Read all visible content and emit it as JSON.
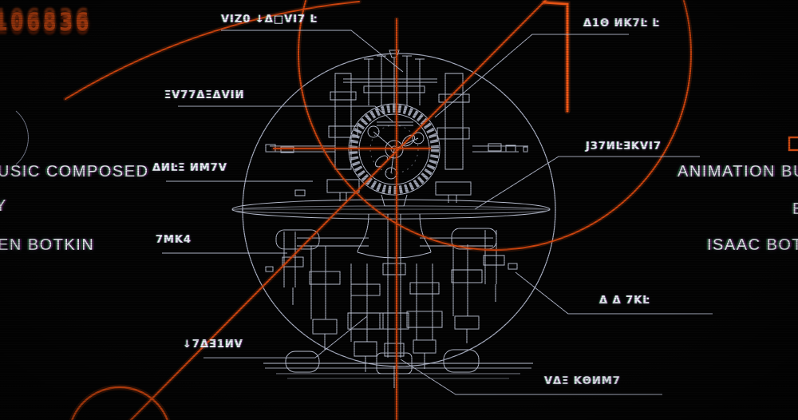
{
  "scene": "retro sci-fi credits frame with technical blueprint of a clockwork machine",
  "counter": {
    "digits": "106836"
  },
  "credits": {
    "left": {
      "line1": "USIC COMPOSED",
      "line2": "Y",
      "line3": "EN BOTKIN"
    },
    "right": {
      "line1": "ANIMATION BUI",
      "partial_glyph": "B",
      "line3": "ISAAC BOTKI"
    }
  },
  "callouts": {
    "top_center": "VIZ0 ↓Δ□VI7 Ŀ",
    "top_right": "Δ1Θ ИΚ7Ŀ Ŀ",
    "mid_left_upper": "ΞV77ΔΞΔVIИ",
    "mid_left_mid": "ΔИĿΞ ИМ7V",
    "mid_left_lower": "7МΚ4",
    "bottom_left": "↓7ΔƎ1ИV",
    "mid_right_upper": "J37ИĿƎΚVI7",
    "mid_right_lower": "Δ Δ 7ΚĿ",
    "bottom_right": "VΔΞ ΚΘИМ7"
  },
  "colors": {
    "background": "#030303",
    "orange": "#d4470e",
    "orange_bright": "#ff5c16",
    "blueprint_white": "#c7cde0",
    "credit_text": "#e2e3ea"
  }
}
